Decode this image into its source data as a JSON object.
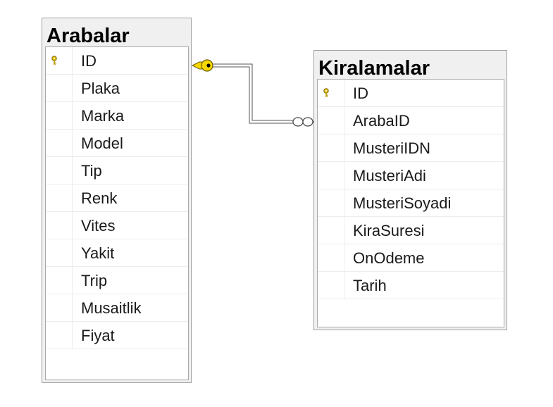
{
  "tables": {
    "arabalar": {
      "title": "Arabalar",
      "columns": [
        "ID",
        "Plaka",
        "Marka",
        "Model",
        "Tip",
        "Renk",
        "Vites",
        "Yakit",
        "Trip",
        "Musaitlik",
        "Fiyat"
      ]
    },
    "kiralamalar": {
      "title": "Kiralamalar",
      "columns": [
        "ID",
        "ArabaID",
        "MusteriIDN",
        "MusteriAdi",
        "MusteriSoyadi",
        "KiraSuresi",
        "OnOdeme",
        "Tarih"
      ]
    }
  },
  "relationship": {
    "from_table": "Arabalar",
    "from_column": "ID",
    "from_end": "one (key)",
    "to_table": "Kiralamalar",
    "to_end": "many (infinity)",
    "key_color": "#f5d800"
  }
}
